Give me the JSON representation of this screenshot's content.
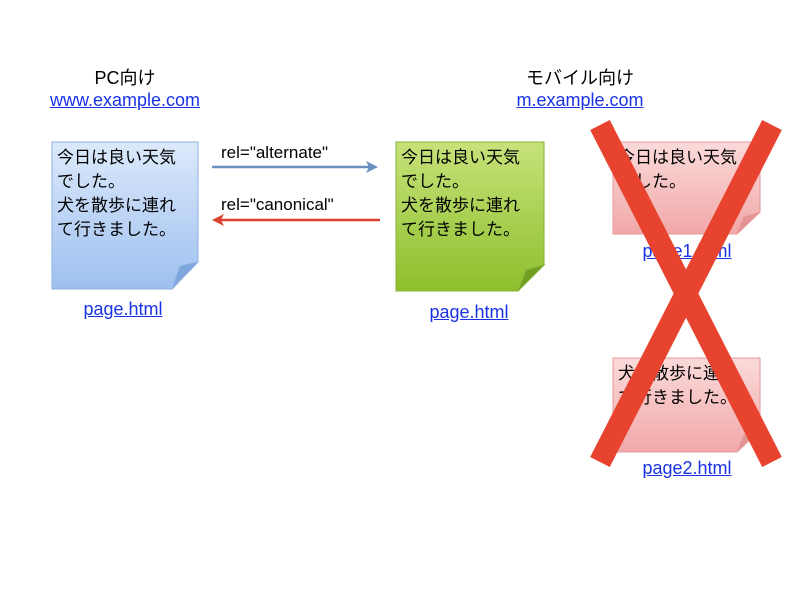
{
  "pc": {
    "heading": "PC向け",
    "domain": "www.example.com",
    "note_text": "今日は良い天気\nでした。\n犬を散歩に連れ\nて行きました。",
    "file": "page.html"
  },
  "mobile": {
    "heading": "モバイル向け",
    "domain": "m.example.com",
    "note_text": "今日は良い天気\nでした。\n犬を散歩に連れ\nて行きました。",
    "file": "page.html"
  },
  "split": {
    "page1_text": "今日は良い天気\nでした。",
    "page1_file": "page1.html",
    "page2_text": "犬を散歩に連れ\nて行きました。",
    "page2_file": "page2.html"
  },
  "arrows": {
    "alternate_label": "rel=\"alternate\"",
    "canonical_label": "rel=\"canonical\""
  },
  "colors": {
    "pc_note": "#c7dcf7",
    "mobile_note": "#a9cf4a",
    "split_note": "#f6c0c0",
    "link": "#1a32e6",
    "alternate_arrow": "#6a90c0",
    "canonical_arrow": "#d9432f",
    "cross": "#e8432e"
  }
}
